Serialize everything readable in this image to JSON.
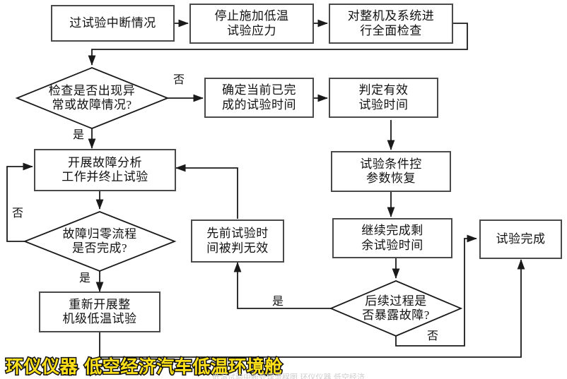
{
  "diagram": {
    "title_watermark": "环仪仪器 低空经济汽车低温环境舱",
    "footer_faint": "低温试验中断处理流程图 环仪仪器 低空经济",
    "nodes": {
      "n1": "过试验中断情况",
      "n2": "停止施加低温\n试验应力",
      "n3": "对整机及系统进\n行全面检查",
      "d1": "检查是否出现异\n常或故障情况?",
      "n4": "确定当前已完\n成的试验时间",
      "n5": "判定有效\n试验时间",
      "n6": "开展故障分析\n工作并终止试验",
      "n7": "试验条件控\n参数恢复",
      "d2": "故障归零流程\n是否完成?",
      "n8": "先前试验时\n间被判无效",
      "n9": "继续完成剩\n余试验时间",
      "n10": "试验完成",
      "n11": "重新开展整\n机级低温试验",
      "d3": "后续过程是\n否暴露故障?"
    },
    "edge_labels": {
      "e_d1_no": "否",
      "e_d1_yes": "是",
      "e_d2_no": "否",
      "e_d2_yes": "是",
      "e_d3_yes": "是",
      "e_d3_no": "否"
    },
    "colors": {
      "stroke": "#4a4a4a",
      "line": "#1a1a1a",
      "text": "#111111",
      "background": "#ffffff",
      "watermark_fill": "#ffe11a",
      "watermark_stroke": "#101010"
    }
  }
}
